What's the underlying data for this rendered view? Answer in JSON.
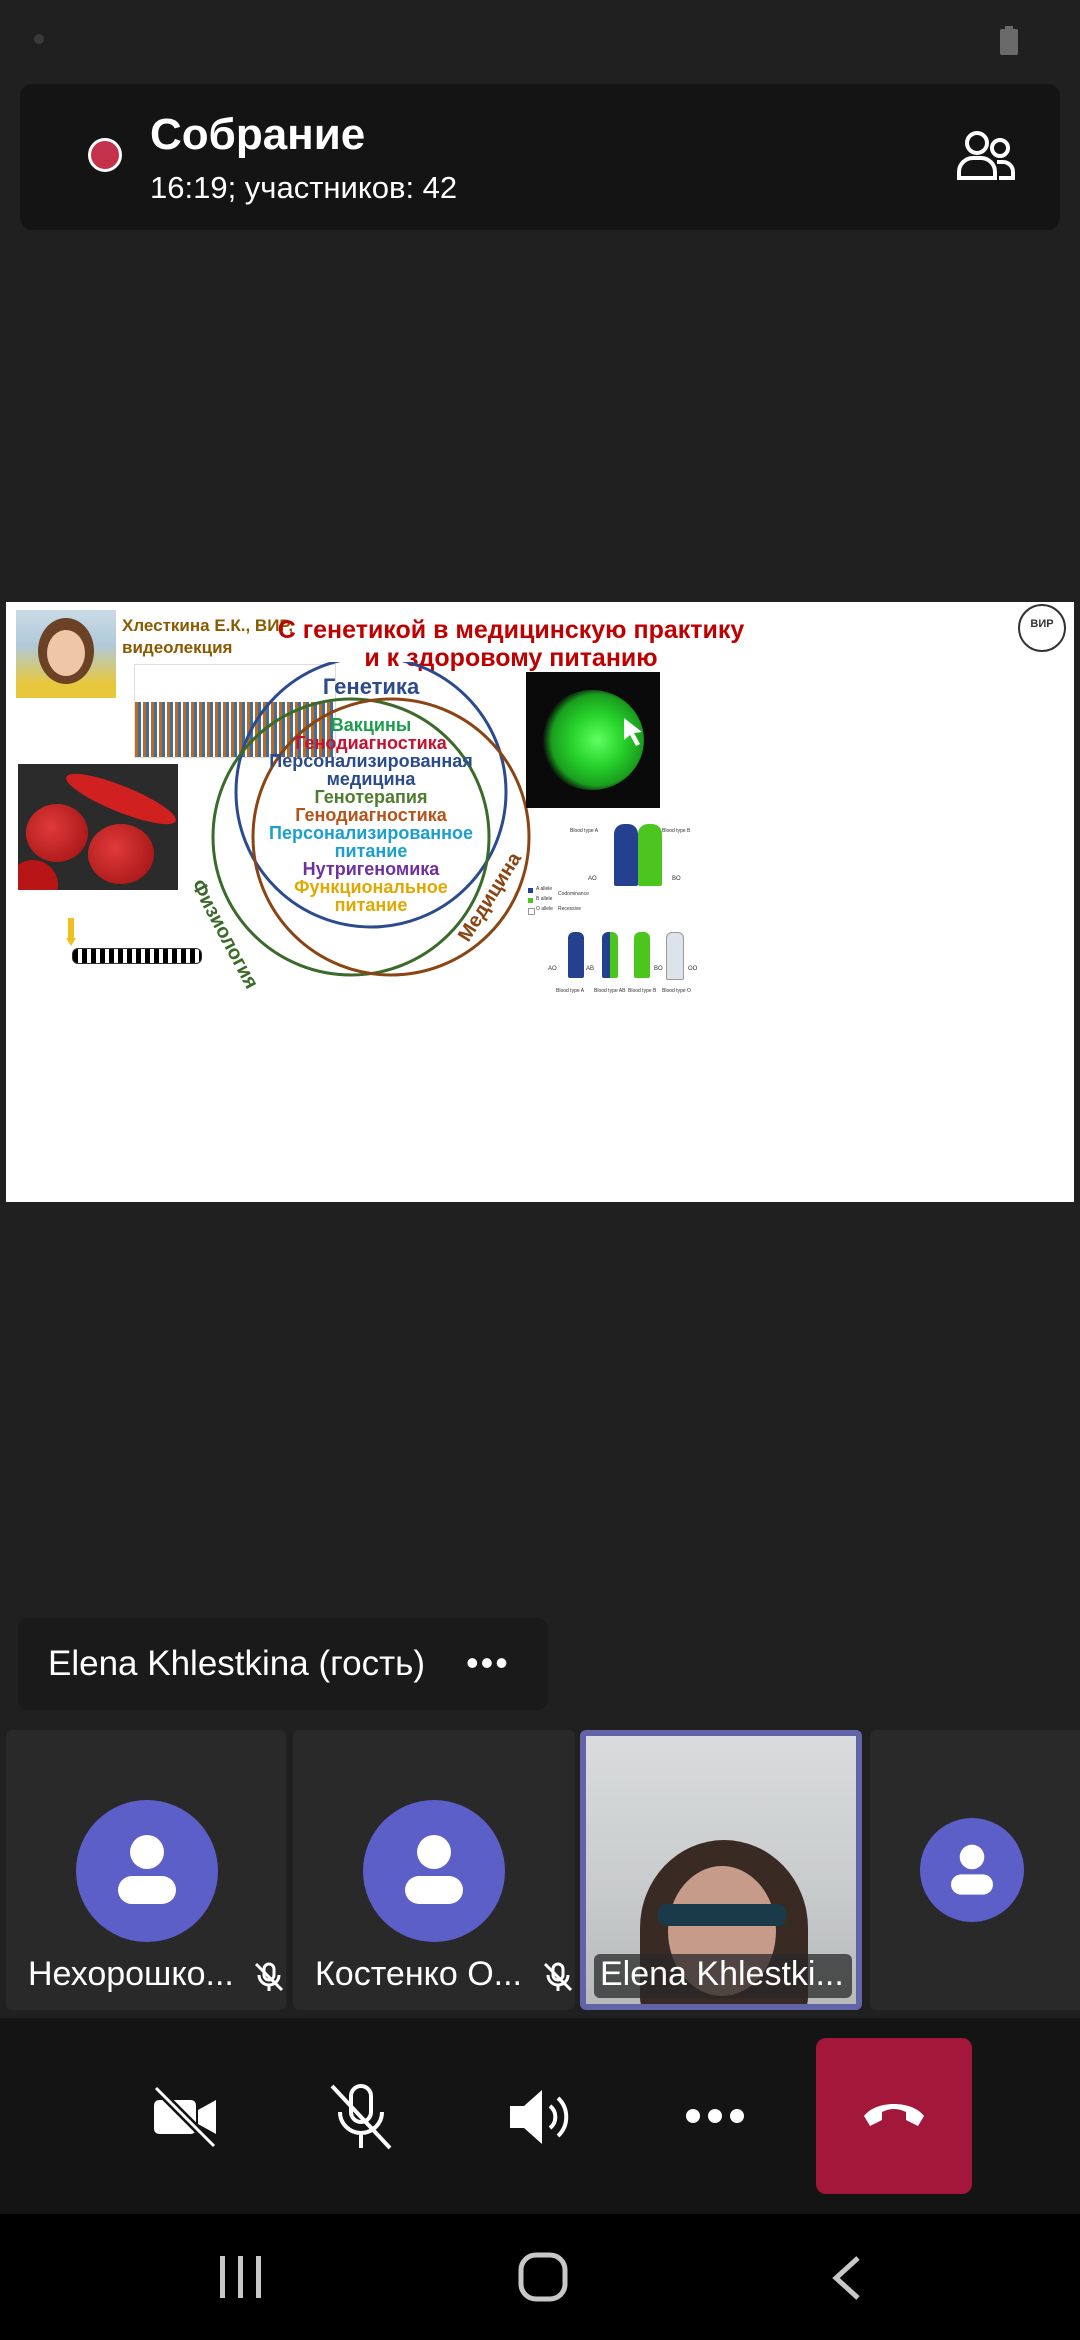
{
  "meeting": {
    "title": "Собрание",
    "subtitle": "16:19; участников: 42"
  },
  "slide": {
    "author_line1": "Хлесткина Е.К., ВИР,",
    "author_line2": "видеолекция",
    "title_line1": "С генетикой в медицинскую практику",
    "title_line2": "и к здоровому питанию",
    "logo_text": "ВИР",
    "venn_top": "Генетика",
    "venn_left": "Физиология",
    "venn_right": "Медицина",
    "venn_items": [
      {
        "text": "Вакцины",
        "color": "#1a9e4b"
      },
      {
        "text": "Генодиагностика",
        "color": "#c8102e"
      },
      {
        "text": "Персонализированная",
        "color": "#2b4b8c"
      },
      {
        "text": "медицина",
        "color": "#2b4b8c"
      },
      {
        "text": "Генотерапия",
        "color": "#4e7d2d"
      },
      {
        "text": "Генодиагностика",
        "color": "#b5541a"
      },
      {
        "text": "Персонализированное",
        "color": "#1b9fd0"
      },
      {
        "text": "питание",
        "color": "#1b9fd0"
      },
      {
        "text": "Нутригеномика",
        "color": "#7030a0"
      },
      {
        "text": "Функциональное",
        "color": "#e0a800"
      },
      {
        "text": "питание",
        "color": "#e0a800"
      }
    ],
    "blood_labels": {
      "type_a": "Blood type A",
      "type_b": "Blood type B",
      "a_allele": "A allele",
      "b_allele": "B allele",
      "o_allele": "O allele",
      "codominance": "Codominance",
      "recessive": "Recessive",
      "ao": "AO",
      "bo": "BO",
      "ab": "AB",
      "oo": "OO",
      "bottom_a": "Blood type A",
      "bottom_ab": "Blood type AB",
      "bottom_b": "Blood type B",
      "bottom_o": "Blood type O"
    }
  },
  "presenter": {
    "name": "Elena Khlestkina (гость)",
    "more": "•••"
  },
  "participants": [
    {
      "name": "Нехорошко...",
      "muted": true
    },
    {
      "name": "Костенко О...",
      "muted": true
    },
    {
      "name": "Elena Khlestki...",
      "muted": false,
      "video": true
    }
  ],
  "colors": {
    "accent": "#5b5fc7",
    "recording": "#c4314b",
    "hangup": "#a3173a",
    "venn_blue": "#2b4b8c",
    "venn_green": "#3a6b2a",
    "venn_brown": "#8b4513",
    "slide_title": "#c00000"
  },
  "icons": {
    "participants": "people-icon",
    "camera": "camera-off-icon",
    "mic": "mic-off-icon",
    "speaker": "speaker-icon",
    "more": "more-icon",
    "hangup": "hangup-icon"
  }
}
